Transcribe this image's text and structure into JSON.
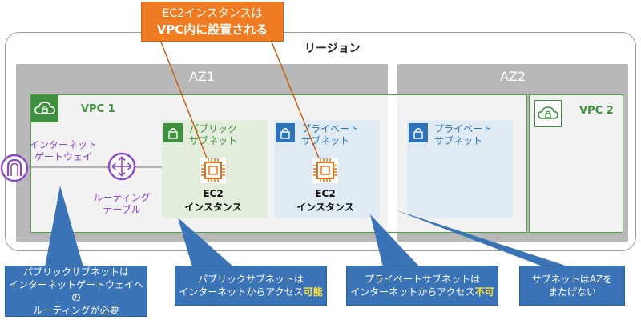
{
  "top_callout": {
    "line1": "EC2インスタンスは",
    "line2": "VPC内に設置される"
  },
  "region": {
    "label": "リージョン"
  },
  "az1": {
    "label": "AZ1"
  },
  "az2": {
    "label": "AZ2"
  },
  "vpc1": {
    "label": "VPC 1"
  },
  "vpc2": {
    "label": "VPC 2"
  },
  "igw": {
    "line1": "インターネット",
    "line2": "ゲートウェイ"
  },
  "router": {
    "line1": "ルーティング",
    "line2": "テーブル"
  },
  "public_subnet": {
    "line1": "パブリック",
    "line2": "サブネット"
  },
  "private_subnet_1": {
    "line1": "プライベート",
    "line2": "サブネット"
  },
  "private_subnet_2": {
    "line1": "プライベート",
    "line2": "サブネット"
  },
  "ec2_public": {
    "line1": "EC2",
    "line2": "インスタンス"
  },
  "ec2_private": {
    "line1": "EC2",
    "line2": "インスタンス"
  },
  "callouts": [
    {
      "line1": "パブリックサブネットは",
      "line2": "インターネットゲートウェイへの",
      "line3": "ルーティングが必要"
    },
    {
      "line1": "パブリックサブネットは",
      "line2_prefix": "インターネットからアクセス",
      "line2_highlight": "可能"
    },
    {
      "line1": "プライベートサブネットは",
      "line2_prefix": "インターネットからアクセス",
      "line2_highlight": "不可"
    },
    {
      "line1": "サブネットはAZを",
      "line2": "またげない"
    }
  ],
  "colors": {
    "callout_blue": "#3a73b6",
    "orange": "#ef7b22",
    "vpc_green": "#3e8f3e",
    "igw_purple": "#8a44c8",
    "private_blue": "#2e73b8",
    "highlight_yellow": "#ffe135"
  }
}
